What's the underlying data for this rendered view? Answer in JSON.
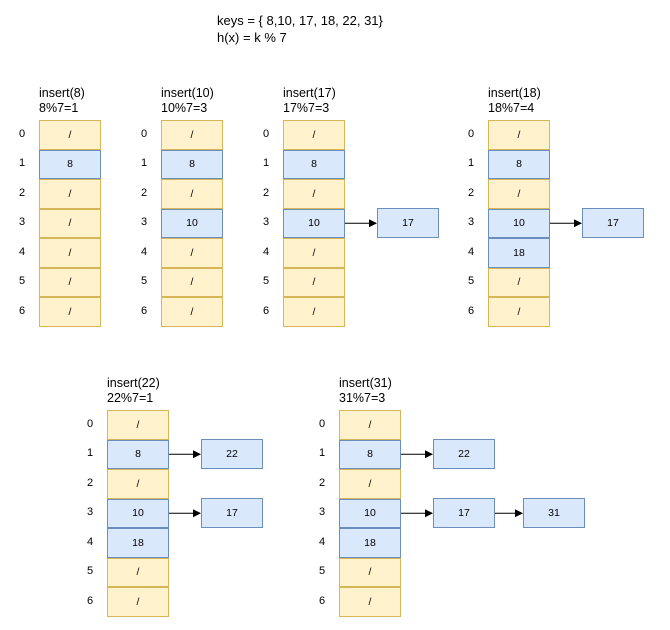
{
  "header": {
    "keys_line": "keys = { 8,10, 17, 18, 22, 31}",
    "hash_line": "h(x) = k % 7"
  },
  "colors": {
    "empty_fill": "#fff2cc",
    "empty_border": "#d6b656",
    "filled_fill": "#dae8fc",
    "filled_border": "#6c8ebf",
    "arrow": "#000000"
  },
  "tables": [
    {
      "title": "insert(8)",
      "calc": "8%7=1",
      "rows": [
        {
          "i": "0",
          "v": "/"
        },
        {
          "i": "1",
          "v": "8"
        },
        {
          "i": "2",
          "v": "/"
        },
        {
          "i": "3",
          "v": "/"
        },
        {
          "i": "4",
          "v": "/"
        },
        {
          "i": "5",
          "v": "/"
        },
        {
          "i": "6",
          "v": "/"
        }
      ],
      "chains": []
    },
    {
      "title": "insert(10)",
      "calc": "10%7=3",
      "rows": [
        {
          "i": "0",
          "v": "/"
        },
        {
          "i": "1",
          "v": "8"
        },
        {
          "i": "2",
          "v": "/"
        },
        {
          "i": "3",
          "v": "10"
        },
        {
          "i": "4",
          "v": "/"
        },
        {
          "i": "5",
          "v": "/"
        },
        {
          "i": "6",
          "v": "/"
        }
      ],
      "chains": []
    },
    {
      "title": "insert(17)",
      "calc": "17%7=3",
      "rows": [
        {
          "i": "0",
          "v": "/"
        },
        {
          "i": "1",
          "v": "8"
        },
        {
          "i": "2",
          "v": "/"
        },
        {
          "i": "3",
          "v": "10"
        },
        {
          "i": "4",
          "v": "/"
        },
        {
          "i": "5",
          "v": "/"
        },
        {
          "i": "6",
          "v": "/"
        }
      ],
      "chains": [
        {
          "row": 3,
          "nodes": [
            "17"
          ]
        }
      ]
    },
    {
      "title": "insert(18)",
      "calc": "18%7=4",
      "rows": [
        {
          "i": "0",
          "v": "/"
        },
        {
          "i": "1",
          "v": "8"
        },
        {
          "i": "2",
          "v": "/"
        },
        {
          "i": "3",
          "v": "10"
        },
        {
          "i": "4",
          "v": "18"
        },
        {
          "i": "5",
          "v": "/"
        },
        {
          "i": "6",
          "v": "/"
        }
      ],
      "chains": [
        {
          "row": 3,
          "nodes": [
            "17"
          ]
        }
      ]
    },
    {
      "title": "insert(22)",
      "calc": "22%7=1",
      "rows": [
        {
          "i": "0",
          "v": "/"
        },
        {
          "i": "1",
          "v": "8"
        },
        {
          "i": "2",
          "v": "/"
        },
        {
          "i": "3",
          "v": "10"
        },
        {
          "i": "4",
          "v": "18"
        },
        {
          "i": "5",
          "v": "/"
        },
        {
          "i": "6",
          "v": "/"
        }
      ],
      "chains": [
        {
          "row": 1,
          "nodes": [
            "22"
          ]
        },
        {
          "row": 3,
          "nodes": [
            "17"
          ]
        }
      ]
    },
    {
      "title": "insert(31)",
      "calc": "31%7=3",
      "rows": [
        {
          "i": "0",
          "v": "/"
        },
        {
          "i": "1",
          "v": "8"
        },
        {
          "i": "2",
          "v": "/"
        },
        {
          "i": "3",
          "v": "10"
        },
        {
          "i": "4",
          "v": "18"
        },
        {
          "i": "5",
          "v": "/"
        },
        {
          "i": "6",
          "v": "/"
        }
      ],
      "chains": [
        {
          "row": 1,
          "nodes": [
            "22"
          ]
        },
        {
          "row": 3,
          "nodes": [
            "17",
            "31"
          ]
        }
      ]
    }
  ]
}
